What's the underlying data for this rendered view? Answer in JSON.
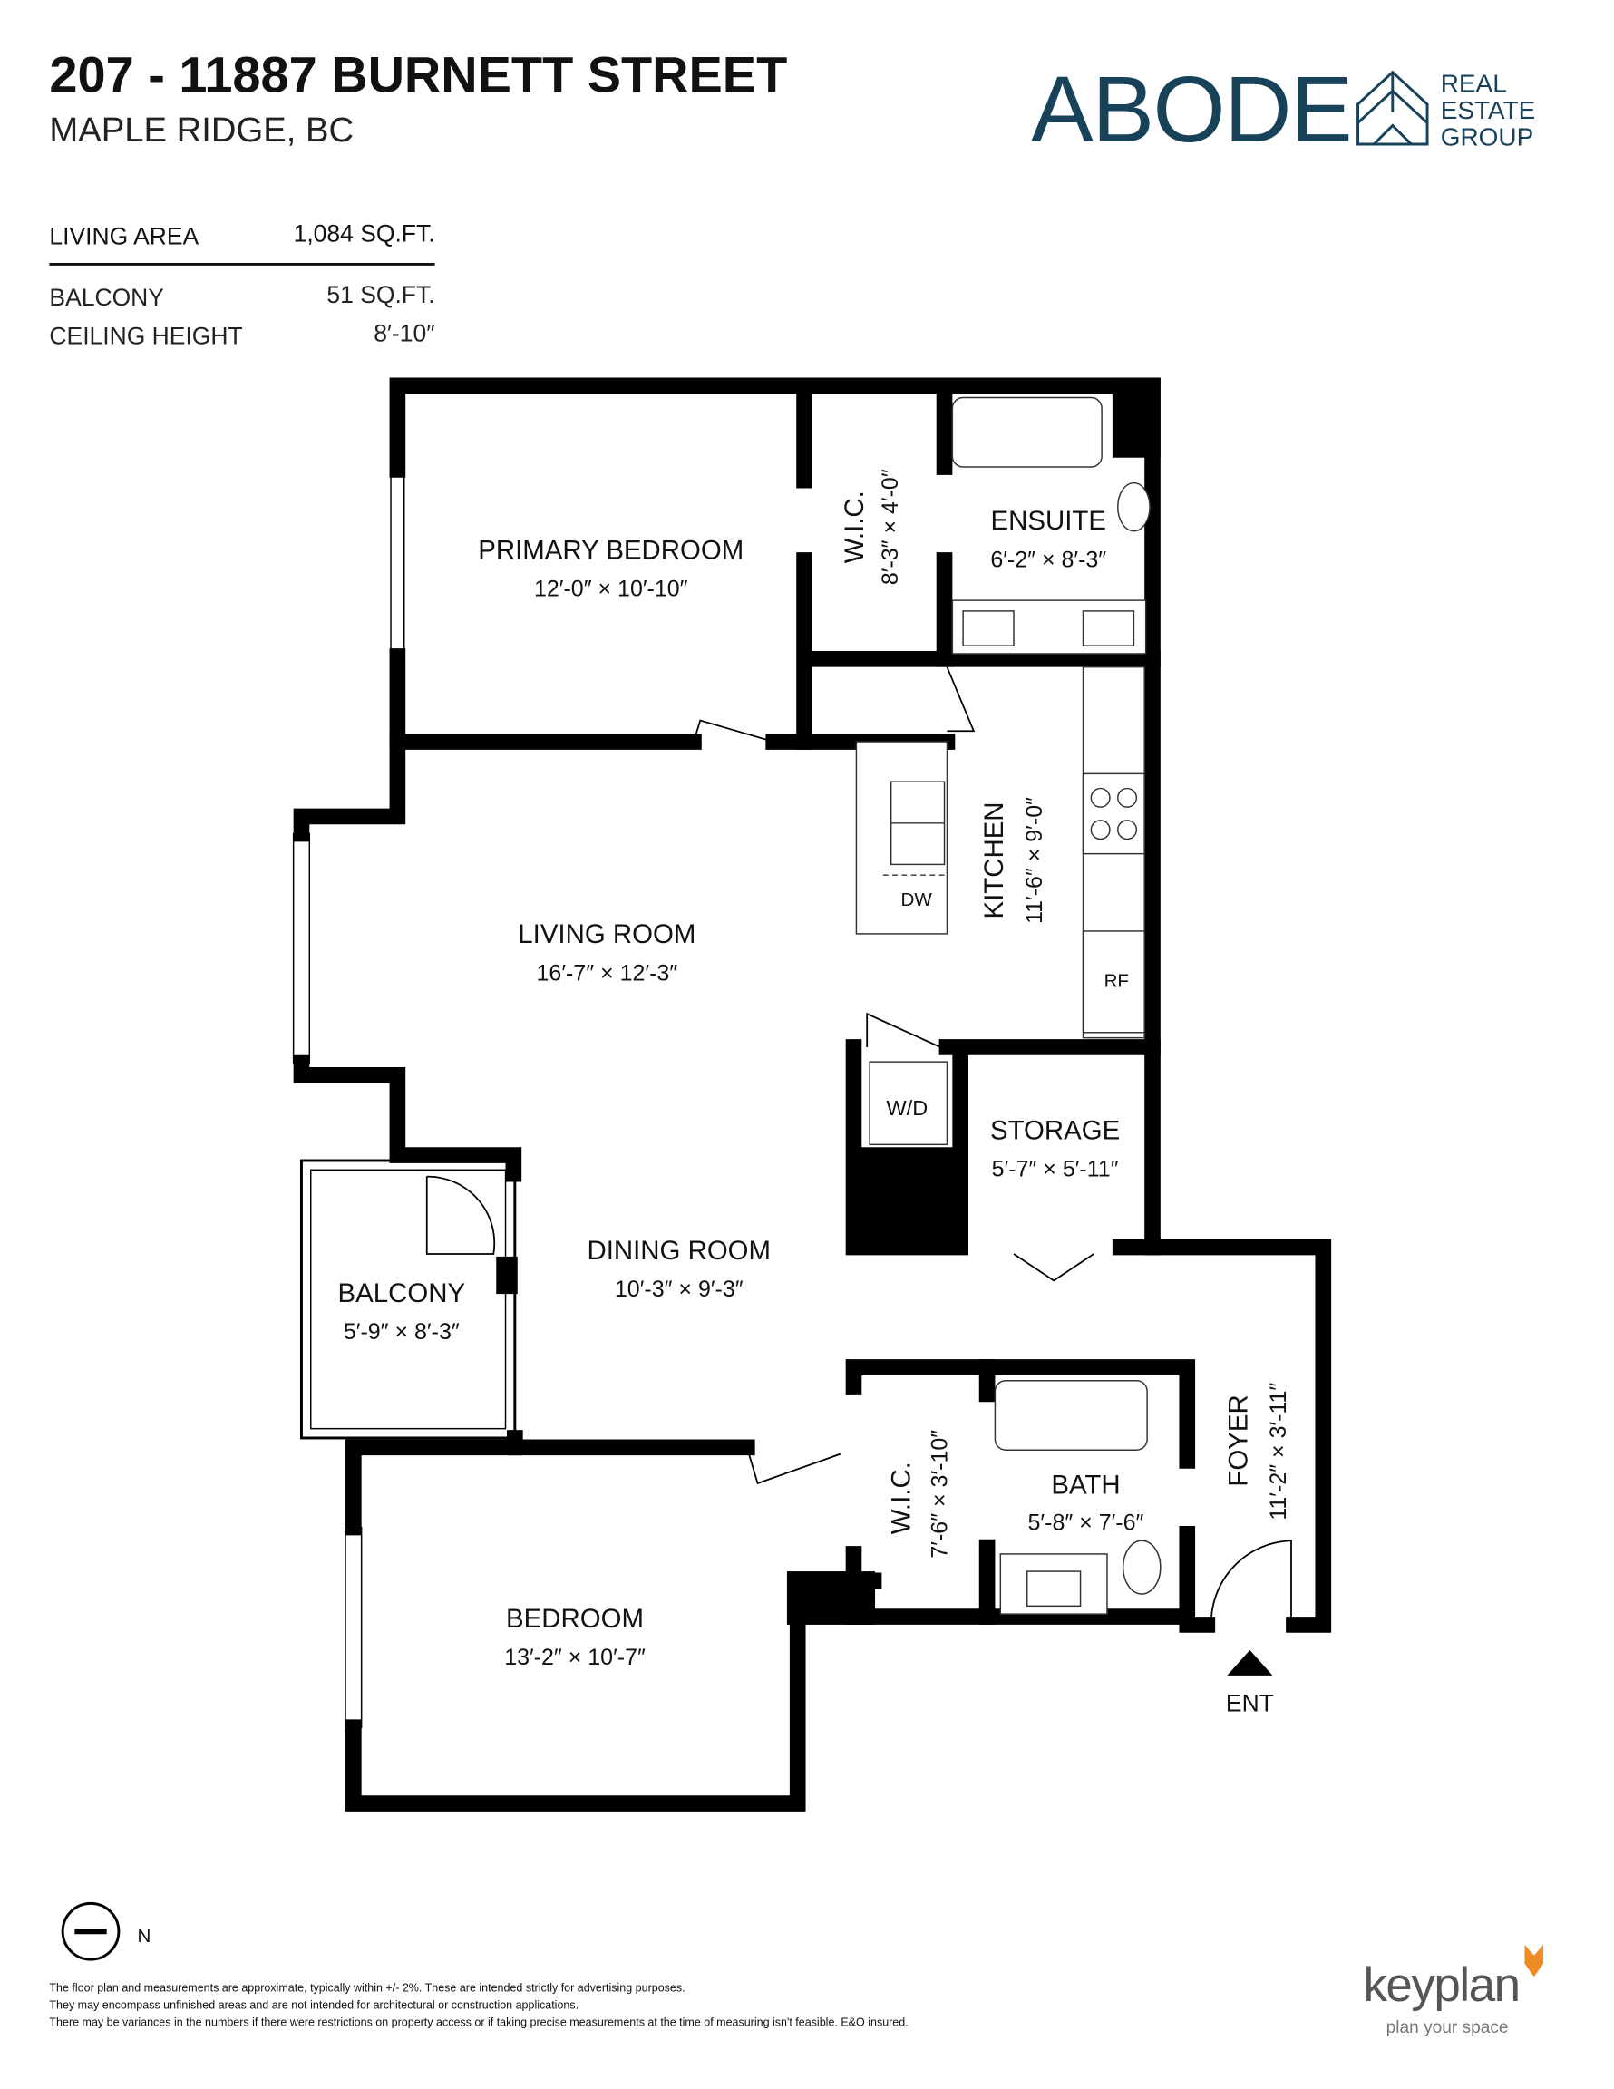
{
  "header": {
    "address": "207 - 11887 BURNETT STREET",
    "city": "MAPLE RIDGE, BC"
  },
  "brand": {
    "name": "ABODE",
    "tagline": [
      "REAL",
      "ESTATE",
      "GROUP"
    ],
    "color": "#17425a"
  },
  "stats": {
    "living_area_label": "LIVING AREA",
    "living_area_value": "1,084 SQ.FT.",
    "balcony_label": "BALCONY",
    "balcony_value": "51 SQ.FT.",
    "ceiling_label": "CEILING HEIGHT",
    "ceiling_value": "8′-10″"
  },
  "rooms": {
    "primary_bedroom": {
      "name": "PRIMARY BEDROOM",
      "dim": "12′-0″  ×  10′-10″"
    },
    "wic1": {
      "name": "W.I.C.",
      "dim": "8′-3″  ×  4′-0″"
    },
    "ensuite": {
      "name": "ENSUITE",
      "dim": "6′-2″ × 8′-3″"
    },
    "kitchen": {
      "name": "KITCHEN",
      "dim": "11′-6″  ×  9′-0″"
    },
    "living": {
      "name": "LIVING ROOM",
      "dim": "16′-7″  ×  12′-3″"
    },
    "storage": {
      "name": "STORAGE",
      "dim": "5′-7″ × 5′-11″"
    },
    "dining": {
      "name": "DINING ROOM",
      "dim": "10′-3″  ×  9′-3″"
    },
    "balcony": {
      "name": "BALCONY",
      "dim": "5′-9″ × 8′-3″"
    },
    "wic2": {
      "name": "W.I.C.",
      "dim": "7′-6″  ×  3′-10″"
    },
    "bath": {
      "name": "BATH",
      "dim": "5′-8″ × 7′-6″"
    },
    "foyer": {
      "name": "FOYER",
      "dim": "11′-2″  ×  3′-11″"
    },
    "bedroom": {
      "name": "BEDROOM",
      "dim": "13′-2″  ×  10′-7″"
    }
  },
  "fixtures": {
    "dw": "DW",
    "rf": "RF",
    "wd": "W/D"
  },
  "entrance": "ENT",
  "compass": "N",
  "disclaimer": [
    "The floor plan and measurements are approximate, typically within +/- 2%. These are intended strictly for advertising purposes.",
    "They may encompass unfinished areas and are not intended for architectural or construction applications.",
    "There may be variances in the numbers if there were restrictions on property access or if taking precise measurements at the time of measuring isn't feasible. E&O insured."
  ],
  "keyplan": {
    "name": "keyplan",
    "tagline": "plan your space",
    "accent": "#f08a24"
  }
}
